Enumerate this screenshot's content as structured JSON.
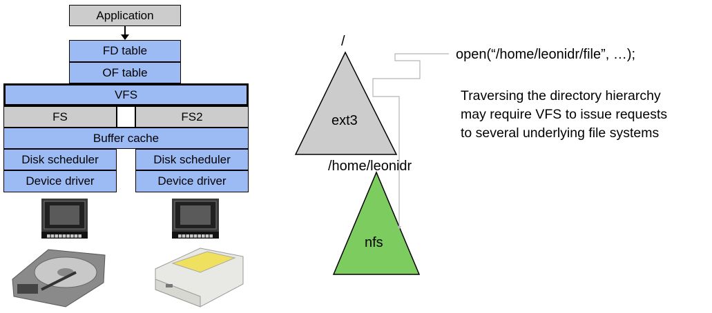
{
  "stack": {
    "application": "Application",
    "fd_table": "FD table",
    "of_table": "OF table",
    "vfs": "VFS",
    "fs1": "FS",
    "fs2": "FS2",
    "buffer_cache": "Buffer cache",
    "disk_scheduler_1": "Disk scheduler",
    "disk_scheduler_2": "Disk scheduler",
    "device_driver_1": "Device driver",
    "device_driver_2": "Device driver"
  },
  "tree": {
    "root_label": "/",
    "ext3_label": "ext3",
    "mount_label": "/home/leonidr",
    "nfs_label": "nfs",
    "ext3_color": "#cccccc",
    "nfs_color": "#7dcc5f"
  },
  "call": "open(“/home/leonidr/file”, …);",
  "note_lines": [
    "Traversing the directory hierarchy",
    "may require VFS to issue requests",
    "to several underlying file systems"
  ],
  "colors": {
    "layer_blue": "#9cbbf5",
    "layer_gray": "#cccccc"
  }
}
